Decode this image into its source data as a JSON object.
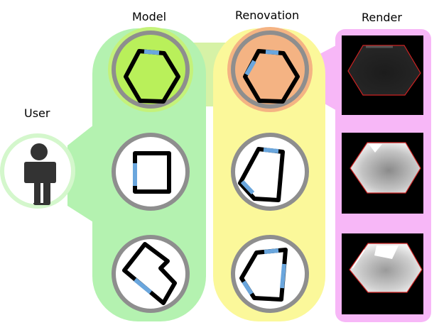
{
  "labels": {
    "user": "User",
    "model": "Model",
    "renovation": "Renovation",
    "render": "Render"
  },
  "colors": {
    "model_lane": "#b4f2b0",
    "renovation_lane": "#fbf89a",
    "render_lane": "#f7b7f7",
    "user_ring": "#d4f7cc",
    "model_highlight": "#c4f27a",
    "renovation_highlight": "#f4b383",
    "connector": "#d6f2a6",
    "ring": "#8e8e8e",
    "shape_stroke": "#000000",
    "accent_edge": "#6aa6dd",
    "render_outline": "#cc2222"
  },
  "icons": {
    "user": "person-icon"
  }
}
